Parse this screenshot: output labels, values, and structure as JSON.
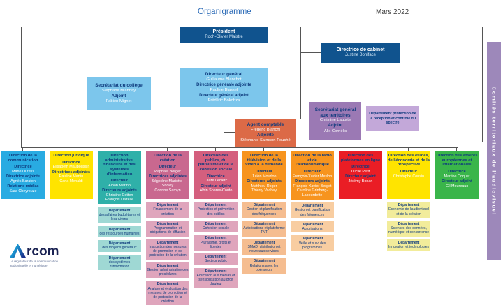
{
  "header": {
    "title": "Organigramme",
    "date": "Mars 2022"
  },
  "palette": {
    "dark_blue": "#10538e",
    "light_blue": "#7cc6ec",
    "purple": "#9b79b4",
    "light_purple": "#c3a8d9",
    "salmon": "#dc6a47",
    "sidebar_purple": "#9d88ba",
    "navy_text": "#0e3a7d",
    "line": "#555555",
    "title_blue": "#2f6db8"
  },
  "top_boxes": {
    "president": {
      "title": "Président",
      "name": "Roch-Olivier Maistre"
    },
    "cabinet": {
      "title": "Directrice de cabinet",
      "name": "Justine Boniface"
    },
    "college": {
      "title": "Secrétariat du collège",
      "name1": "Stéphane Miannay",
      "role2": "Adjoint",
      "name2": "Fabien Mignet"
    },
    "direction_generale": {
      "role1": "Directeur général",
      "name1": "Guillaume Blanchot",
      "role2": "Directrice générale adjointe",
      "name2": "Pauline Blassel",
      "role3": "Directeur général adjoint",
      "name3": "Frédéric Bokobza"
    },
    "territoires": {
      "title": "Secrétariat général aux territoires",
      "name1": "Christine Lauorte",
      "role2": "Adjoint",
      "name2": "Alix Cornélis"
    },
    "dept_spectre": {
      "text": "Département protection de la réception et contrôle du spectre"
    },
    "agent_comptable": {
      "title": "Agent comptable",
      "name1": "Frédéric Bianchi",
      "role2": "Adjointe",
      "name2": "Stéphanie Salmson-Fouché"
    }
  },
  "directions": [
    {
      "title": "Direction de la communication",
      "color": "#29abe2",
      "sub_color": "",
      "lines": [
        [
          "Directrice",
          1
        ],
        [
          "Marie Liutkus",
          0
        ],
        [
          "Directrice adjointe",
          1
        ],
        [
          "Agnès Baraton",
          0
        ],
        [
          "Relations médias",
          1
        ],
        [
          "Sara Cheyrouze",
          0
        ]
      ],
      "subs": []
    },
    {
      "title": "Direction juridique",
      "color": "#ffe400",
      "sub_color": "",
      "lines": [
        [
          "Directrice",
          1
        ],
        [
          "Elisabeth Mauboussin",
          0
        ],
        [
          "Directrices adjointes",
          1
        ],
        [
          "Pauline Martin",
          0
        ],
        [
          "Carla Menaldi",
          0
        ]
      ],
      "subs": []
    },
    {
      "title": "Direction administrative, financière et des systèmes d'information",
      "color": "#2fb0a9",
      "sub_color": "#9fd8d4",
      "lines": [
        [
          "Directeur",
          1
        ],
        [
          "Alban Marino",
          0
        ],
        [
          "Directeurs adjoints",
          1
        ],
        [
          "Christine Cotten",
          0
        ],
        [
          "François Dazelle",
          0
        ]
      ],
      "subs": [
        "Département des affaires budgétaires et financières",
        "Département des ressources humaines",
        "Département des moyens généraux",
        "Département des systèmes d'information"
      ]
    },
    {
      "title": "Direction de la création",
      "color": "#c9688f",
      "sub_color": "#dfa5bc",
      "lines": [
        [
          "Directeur",
          1
        ],
        [
          "Raphaël Berger",
          0
        ],
        [
          "Directrices adjointes",
          1
        ],
        [
          "Ségolène Mariotte-Sholey",
          0
        ],
        [
          "Corinne Samyn",
          0
        ]
      ],
      "subs": [
        "Département Financement de la création",
        "Département Programmation et obligations de diffusion",
        "Département Instruction des mesures de promotion et de protection de la création",
        "Département Gestion administrative des procédures",
        "Département Analyse et évaluation des mesures de promotion et de protection de la création"
      ]
    },
    {
      "title": "Direction des publics, du pluralisme et de la cohésion sociale",
      "color": "#d45f7e",
      "sub_color": "#dfa5bc",
      "lines": [
        [
          "Directrice",
          1
        ],
        [
          "Laure Leclerc",
          0
        ],
        [
          "Directeur adjoint",
          1
        ],
        [
          "Albin Soares-Couto",
          0
        ]
      ],
      "subs": [
        "Département Protection et prévention des publics",
        "Département Cohésion sociale",
        "Département Pluralisme, droits et libertés",
        "Département Secteur public",
        "Département Éducation aux médias et sensibilisation au droit d'auteur"
      ]
    },
    {
      "title": "Direction de la télévision et de la vidéo à la demande",
      "color": "#f7941e",
      "sub_color": "#f5bd90",
      "lines": [
        [
          "Directeur",
          1
        ],
        [
          "Julien Mourlon",
          0
        ],
        [
          "Directeurs adjoints",
          1
        ],
        [
          "Matthieu Roger",
          0
        ],
        [
          "Thierry Vachey",
          0
        ]
      ],
      "subs": [
        "Département Gestion et planification des fréquences",
        "Département Autorisations et plateforme TNT",
        "Département SMAD, distribution et nouveaux services",
        "Département Relations avec les opérateurs"
      ]
    },
    {
      "title": "Direction de la radio et de l'audionumérique",
      "color": "#f7941e",
      "sub_color": "#f8cda1",
      "lines": [
        [
          "Directeur",
          1
        ],
        [
          "François-Xavier Meslon",
          0
        ],
        [
          "Directeurs adjoints",
          1
        ],
        [
          "François-Xavier Bergot",
          0
        ],
        [
          "Caroline Grinberg-Labourdette",
          0
        ]
      ],
      "subs": [
        "Département Gestion et planification des fréquences",
        "Département Autorisations",
        "Département Veille et suivi des programmes"
      ]
    },
    {
      "title": "Direction des plateformes en ligne",
      "color": "#ea1d25",
      "sub_color": "",
      "lines": [
        [
          "Directrice",
          1
        ],
        [
          "Lucile Petit",
          0
        ],
        [
          "Directeur adjoint",
          1
        ],
        [
          "Jérémy Bonan",
          0
        ]
      ],
      "subs": []
    },
    {
      "title": "Direction des études, de l'économie et de la prospective",
      "color": "#ffe400",
      "sub_color": "#f2ec9b",
      "lines": [
        [
          "Directeur",
          1
        ],
        [
          "Christophe Cousin",
          0
        ]
      ],
      "subs": [
        "Département Économie de l'audiovisuel et de la création",
        "Département Sciences des données, numérique et concurrence",
        "Département Innovation et technologies"
      ]
    },
    {
      "title": "Direction des affaires européennes et internationales",
      "color": "#3ab54a",
      "sub_color": "",
      "lines": [
        [
          "Directrice",
          1
        ],
        [
          "Martine Coquet",
          0
        ],
        [
          "Directeur adjoint",
          1
        ],
        [
          "Gil Moureaux",
          0
        ]
      ],
      "subs": []
    }
  ],
  "sidebar": {
    "label": "Comités territoriaux de l'audiovisuel"
  },
  "logo": {
    "text": "Arcom",
    "tagline": "Le régulateur de la communication audiovisuelle et numérique"
  }
}
